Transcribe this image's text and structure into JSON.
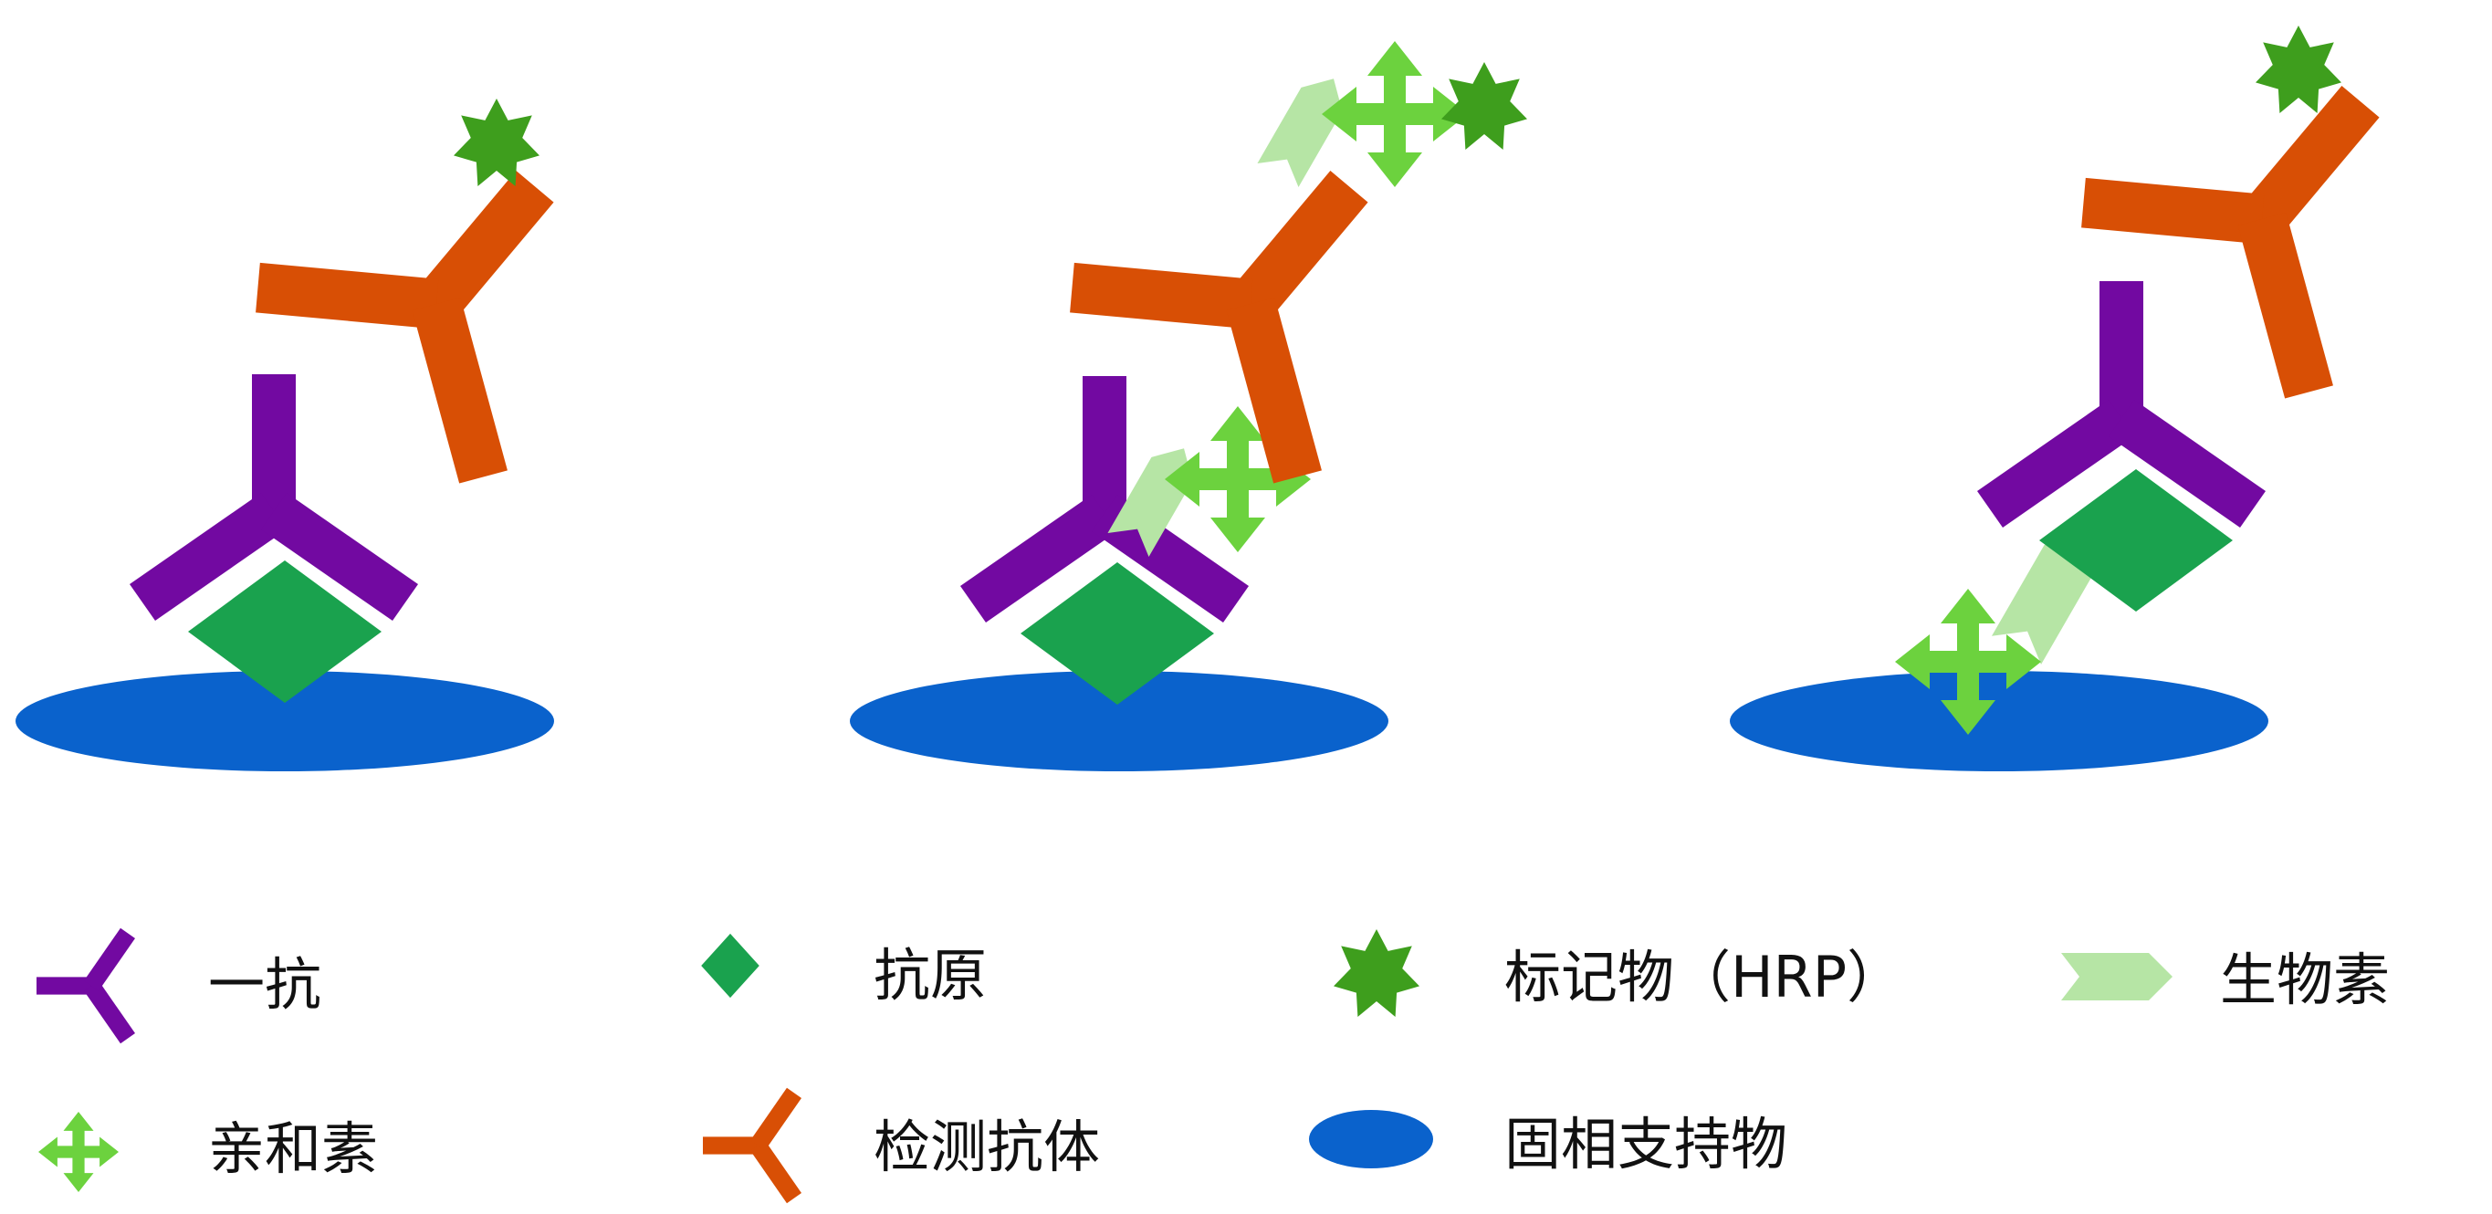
{
  "colors": {
    "primary_antibody": "#7209a1",
    "detection_antibody": "#d84f05",
    "antigen": "#1aa24e",
    "label_hrp": "#3e9e1d",
    "avidin": "#6cd23e",
    "biotin": "#b6e5a5",
    "solid_phase": "#0a62cc",
    "text": "#111111"
  },
  "legend": [
    {
      "symbol": "primary-antibody",
      "label": "一抗"
    },
    {
      "symbol": "antigen",
      "label": "抗原"
    },
    {
      "symbol": "label-hrp",
      "label": "标记物（HRP）"
    },
    {
      "symbol": "biotin",
      "label": "生物素"
    },
    {
      "symbol": "avidin",
      "label": "亲和素"
    },
    {
      "symbol": "detection-antibody",
      "label": "检测抗体"
    },
    {
      "symbol": "solid-phase",
      "label": "固相支持物"
    }
  ]
}
